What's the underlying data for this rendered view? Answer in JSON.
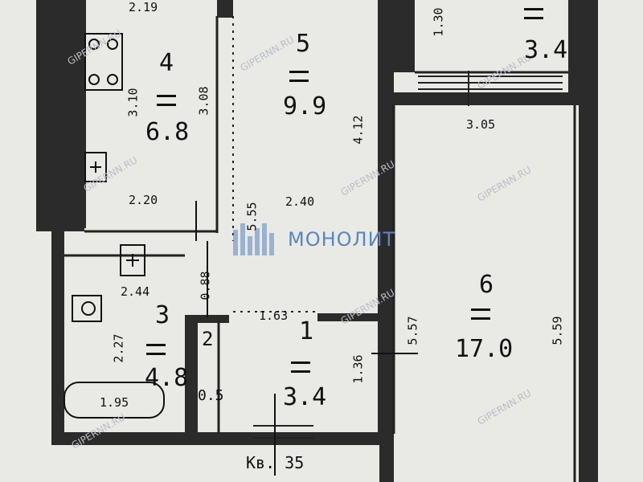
{
  "plan": {
    "rooms": [
      {
        "id": "4",
        "area": "6.8"
      },
      {
        "id": "5",
        "area": "9.9"
      },
      {
        "id": "3",
        "area": "4.8"
      },
      {
        "id": "2",
        "area": "0.5"
      },
      {
        "id": "1",
        "area": "3.4"
      },
      {
        "id": "6",
        "area": "17.0"
      },
      {
        "id": "balcony",
        "area": "3.4"
      }
    ],
    "dimensions": [
      "2.19",
      "3.10",
      "3.08",
      "2.20",
      "5.55",
      "2.40",
      "4.12",
      "1.30",
      "3.05",
      "2.44",
      "0.88",
      "1.63",
      "2.27",
      "1.36",
      "5.57",
      "5.59",
      "1.95"
    ],
    "apartment_label": "Кв. 35"
  },
  "branding": {
    "logo_text": "МОНОЛИТ",
    "watermark": "GIPERNN.RU"
  },
  "colors": {
    "wall": "#2b2b2b",
    "paper": "#e9e9e6",
    "logo_blue": "#5b86bf",
    "watermark": "#b9bfc6"
  }
}
